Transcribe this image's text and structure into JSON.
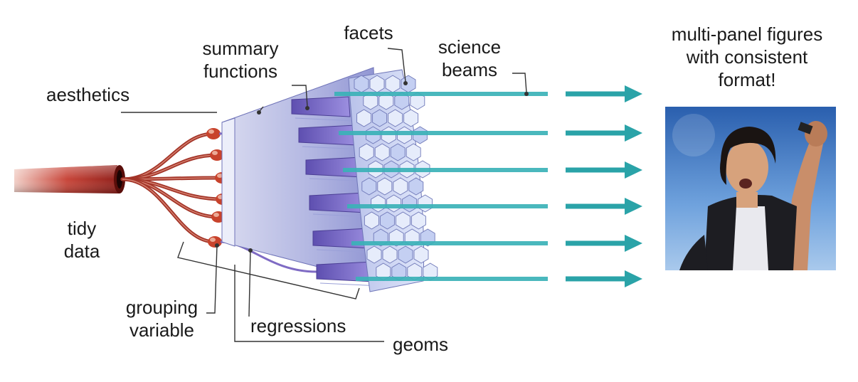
{
  "labels": {
    "aesthetics": "aesthetics",
    "summary_functions": [
      "summary",
      "functions"
    ],
    "facets": "facets",
    "science_beams": [
      "science",
      "beams"
    ],
    "result": [
      "multi-panel figures",
      "with consistent",
      "format!"
    ],
    "tidy_data": [
      "tidy",
      "data"
    ],
    "grouping_variable": [
      "grouping",
      "variable"
    ],
    "regressions": "regressions",
    "geoms": "geoms"
  },
  "colors": {
    "hose": "#b5322a",
    "node": "#c8432c",
    "beam": "#3bb2b8",
    "arrow": "#2aa3a8",
    "cone_body": "#b9bde3",
    "cone_dark": "#7a78c8",
    "leader": "#333333"
  },
  "icons": {
    "photo": "cheering-person-photo"
  }
}
